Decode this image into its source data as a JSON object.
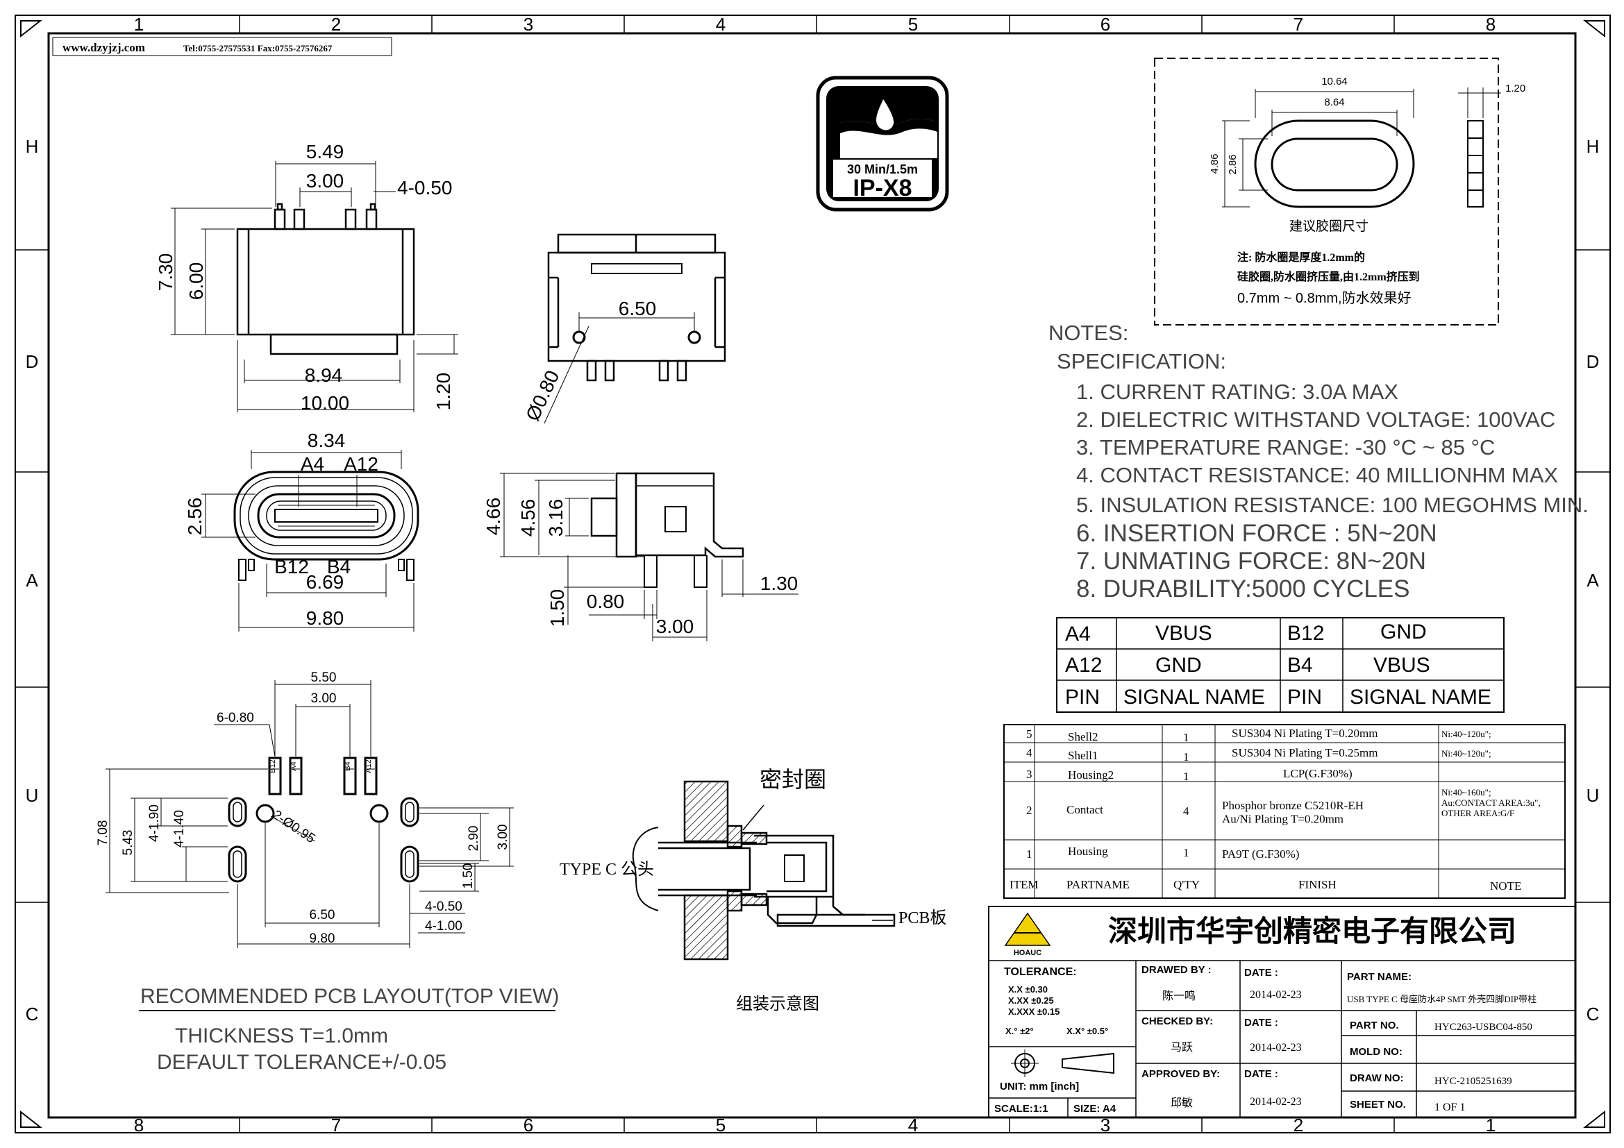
{
  "header": {
    "website": "www.dzyjzj.com",
    "contact": "Tel:0755-27575531  Fax:0755-27576267"
  },
  "grid": {
    "top_numbers": [
      "1",
      "2",
      "3",
      "4",
      "5",
      "6",
      "7",
      "8"
    ],
    "bottom_numbers": [
      "8",
      "7",
      "6",
      "5",
      "4",
      "3",
      "2",
      "1"
    ],
    "left_letters": [
      "H",
      "D",
      "A",
      "U",
      "C"
    ],
    "right_letters": [
      "H",
      "D",
      "A",
      "U",
      "C"
    ]
  },
  "badge": {
    "line1": "30 Min/1.5m",
    "line2": "IP-X8"
  },
  "gasket": {
    "d1": "10.64",
    "d2": "8.64",
    "d3": "1.20",
    "d4": "4.86",
    "d5": "2.86",
    "caption": "建议胶圈尺寸",
    "note1": "注: 防水圈是厚度1.2mm的",
    "note2": "硅胶圈,防水圈挤压量,由1.2mm挤压到",
    "note3": "0.7mm ~ 0.8mm,防水效果好"
  },
  "notes": {
    "title": "NOTES:",
    "subtitle": "SPECIFICATION:",
    "items": [
      "1. CURRENT RATING: 3.0A MAX",
      "2. DIELECTRIC WITHSTAND VOLTAGE: 100VAC",
      "3. TEMPERATURE RANGE: -30 °C ~ 85 °C",
      "4. CONTACT RESISTANCE: 40 MILLIONHM MAX",
      "5. INSULATION RESISTANCE: 100 MEGOHMS MIN.",
      "6. INSERTION FORCE : 5N~20N",
      "7. UNMATING FORCE: 8N~20N",
      "8. DURABILITY:5000 CYCLES"
    ]
  },
  "pin_table": {
    "rows": [
      [
        "A4",
        "VBUS",
        "B12",
        "GND"
      ],
      [
        "A12",
        "GND",
        "B4",
        "VBUS"
      ],
      [
        "PIN",
        "SIGNAL NAME",
        "PIN",
        "SIGNAL NAME"
      ]
    ]
  },
  "bom": {
    "rows": [
      [
        "5",
        "Shell2",
        "1",
        "SUS304 Ni  Plating T=0.20mm",
        "Ni:40~120u\";"
      ],
      [
        "4",
        "Shell1",
        "1",
        "SUS304 Ni  Plating T=0.25mm",
        "Ni:40~120u\";"
      ],
      [
        "3",
        "Housing2",
        "1",
        "LCP(G.F30%)",
        ""
      ],
      [
        "2",
        "Contact",
        "4",
        "Phosphor bronze C5210R-EH|Au/Ni  Plating  T=0.20mm",
        "Ni:40~160u\";|Au:CONTACT AREA:3u\",|OTHER AREA:G/F"
      ],
      [
        "1",
        "Housing",
        "1",
        "PA9T (G.F30%)",
        ""
      ]
    ],
    "header": [
      "ITEM",
      "PARTNAME",
      "Q'TY",
      "FINISH",
      "NOTE"
    ]
  },
  "title_block": {
    "company": "深圳市华宇创精密电子有限公司",
    "logo_text": "HOAUC",
    "tolerance_label": "TOLERANCE:",
    "tol1": "X.X    ±0.30",
    "tol2": "X.XX   ±0.25",
    "tol3": "X.XXX  ±0.15",
    "tol4": "X.° ±2°",
    "tol5": "X.X° ±0.5°",
    "unit": "UNIT: mm [inch]",
    "scale": "SCALE:1:1",
    "size": "SIZE: A4",
    "drawn_by_label": "DRAWED BY :",
    "drawn_by": "陈一鸣",
    "checked_by_label": "CHECKED BY:",
    "checked_by": "马跃",
    "approved_by_label": "APPROVED BY:",
    "approved_by": "邱敏",
    "date_label": "DATE :",
    "date1": "2014-02-23",
    "date2": "2014-02-23",
    "date3": "2014-02-23",
    "part_name_label": "PART NAME:",
    "part_name": "USB TYPE C 母座防水4P SMT 外壳四脚DIP带柱",
    "part_no_label": "PART NO.",
    "part_no": "HYC263-USBC04-850",
    "mold_no_label": "MOLD NO:",
    "mold_no": "",
    "draw_no_label": "DRAW NO:",
    "draw_no": "HYC-2105251639",
    "sheet_label": "SHEET NO.",
    "sheet": "1 OF 1"
  },
  "views": {
    "front": {
      "d1": "5.49",
      "d2": "3.00",
      "d3": "4-0.50",
      "d4": "7.30",
      "d5": "6.00",
      "d6": "8.94",
      "d7": "10.00",
      "d8": "1.20"
    },
    "face": {
      "d1": "8.34",
      "a4": "A4",
      "a12": "A12",
      "d2": "2.56",
      "b12": "B12",
      "b4": "B4",
      "d3": "6.69",
      "d4": "9.80"
    },
    "top": {
      "d1": "6.50",
      "d2": "Ø0.80"
    },
    "side": {
      "d1": "4.66",
      "d2": "4.56",
      "d3": "3.16",
      "d4": "1.50",
      "d5": "0.80",
      "d6": "3.00",
      "d7": "1.30"
    },
    "pcb": {
      "d1": "5.50",
      "d2": "3.00",
      "d3": "6-0.80",
      "p1": "B12",
      "p2": "A4",
      "p3": "B4",
      "p4": "A12",
      "d4": "7.08",
      "d5": "5.43",
      "d6": "4-1.90",
      "d7": "4-1.40",
      "d8": "2-Ø0.95",
      "d9": "2.90",
      "d10": "3.00",
      "d11": "1.50",
      "d12": "6.50",
      "d13": "9.80",
      "d14": "4-0.50",
      "d15": "4-1.00",
      "title": "RECOMMENDED PCB LAYOUT(TOP VIEW)",
      "thickness": "THICKNESS T=1.0mm",
      "tolerance": "DEFAULT TOLERANCE+/-0.05"
    },
    "assembly": {
      "seal": "密封圈",
      "plug": "TYPE C 公头",
      "pcb": "PCB板",
      "caption": "组装示意图"
    }
  }
}
